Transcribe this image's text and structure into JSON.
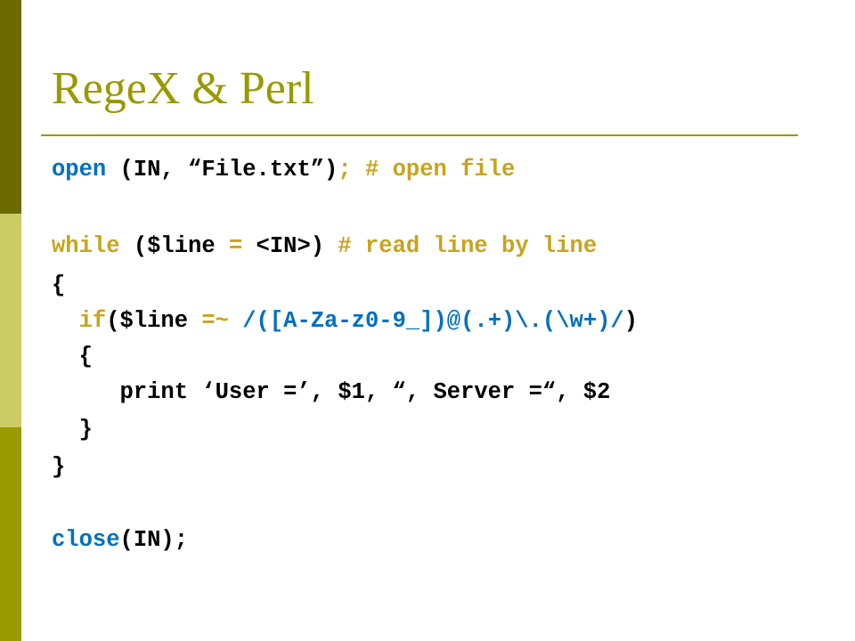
{
  "slide": {
    "title": "RegeX & Perl",
    "accent_color": "#999900",
    "bar_colors": [
      "#6b6b00",
      "#cccc66",
      "#999900"
    ]
  },
  "code": {
    "line1": {
      "keyword": "open",
      "args": " (IN, “File.txt”)",
      "semi": ";",
      "comment": " # open file"
    },
    "line2": {
      "keyword": "while",
      "lparen": " ($line ",
      "assign": "=",
      "handle": " <IN>)",
      "comment": " # read line by line"
    },
    "line3": {
      "text": "{"
    },
    "line4": {
      "indent": "  ",
      "keyword": "if",
      "cond": "($line ",
      "op": "=~",
      "regex": " /([A-Za-z0-9_])@(.+)\\.(\\w+)/",
      "rparen": ")"
    },
    "line5": {
      "text": "  {"
    },
    "line6": {
      "text": "     print ‘User =’, $1, “, Server =“, $2"
    },
    "line7": {
      "text": "  }"
    },
    "line8": {
      "text": "}"
    },
    "line9": {
      "keyword": "close",
      "args": "(IN)",
      "semi": ";"
    }
  }
}
